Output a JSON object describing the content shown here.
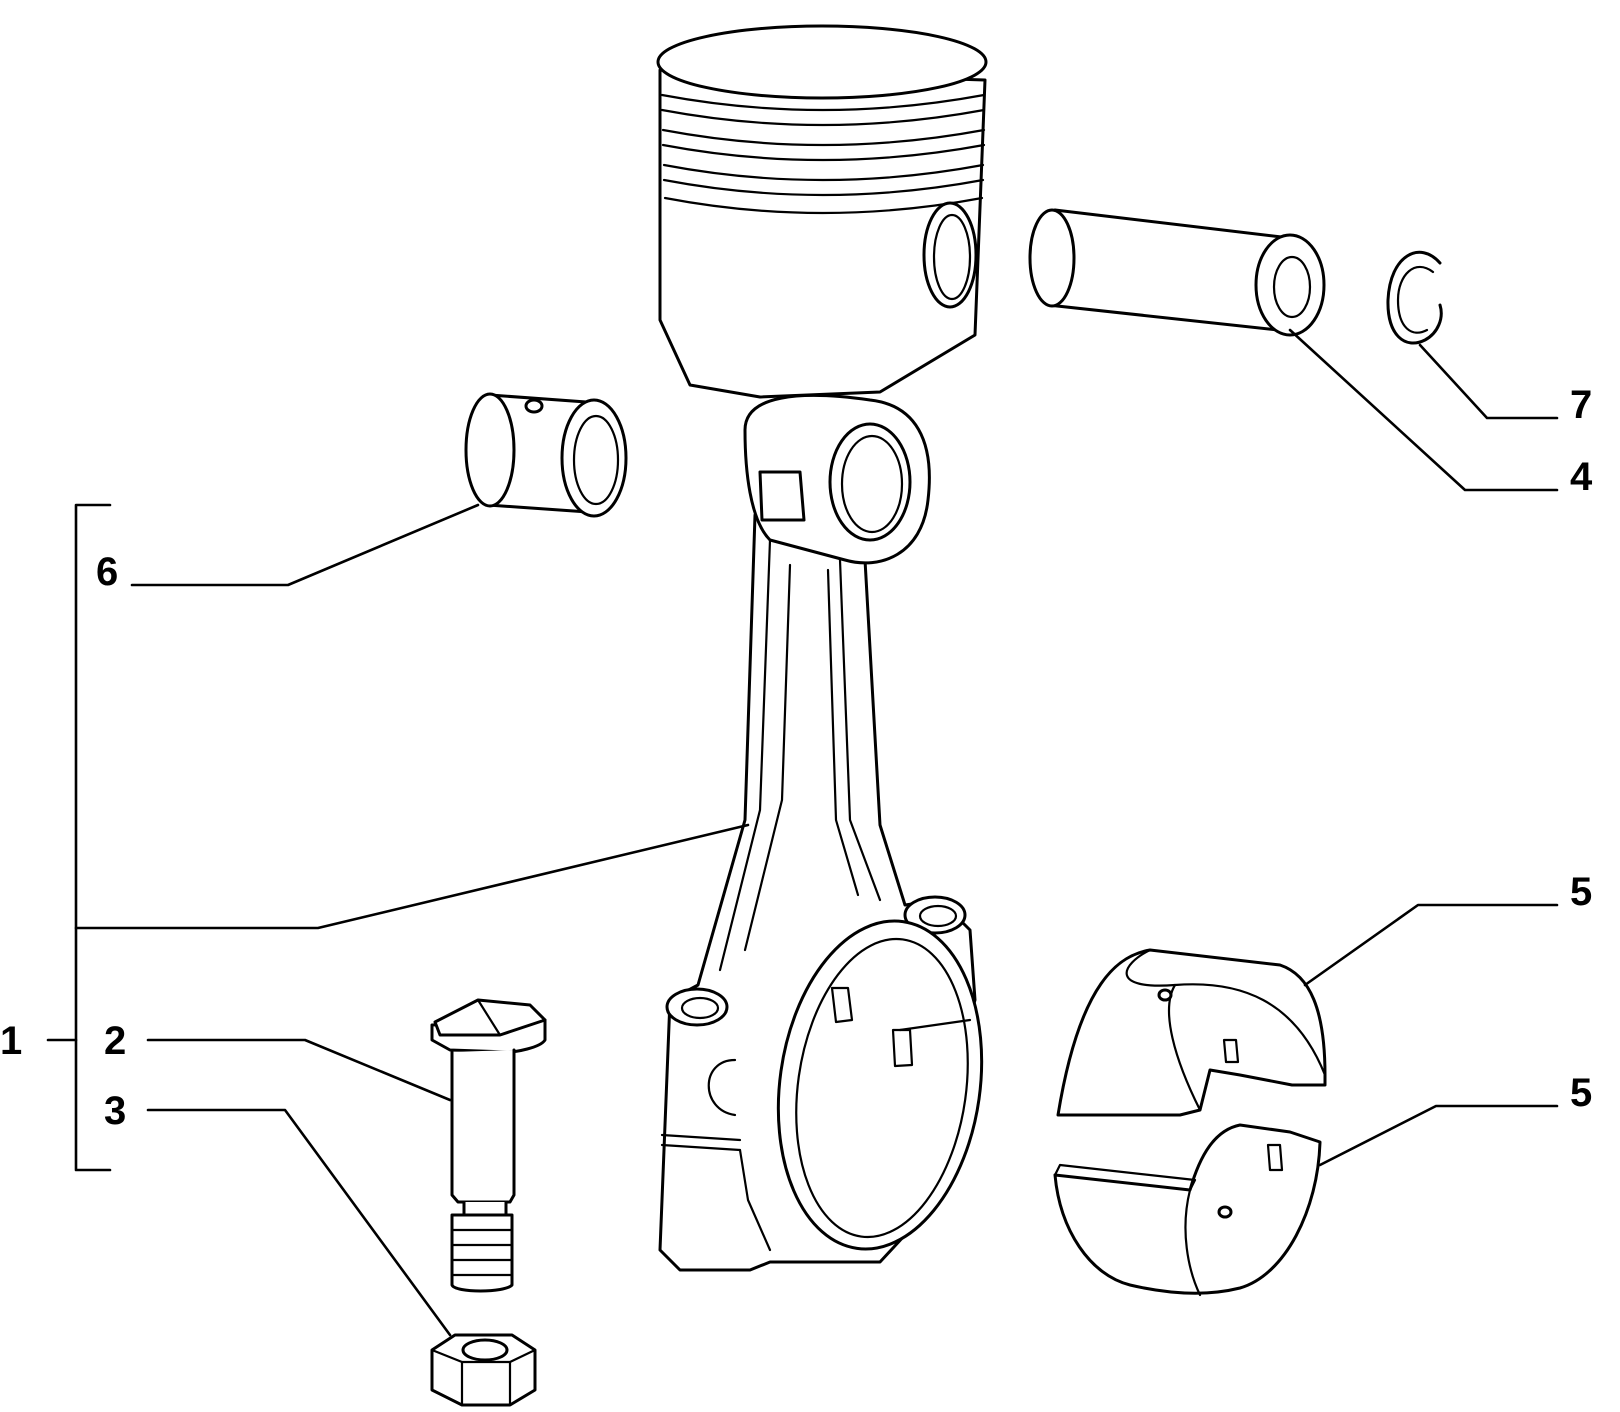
{
  "callouts": {
    "c1": "1",
    "c2": "2",
    "c3": "3",
    "c4": "4",
    "c5a": "5",
    "c5b": "5",
    "c6": "6",
    "c7": "7"
  },
  "colors": {
    "line": "#000000",
    "background": "#ffffff"
  }
}
